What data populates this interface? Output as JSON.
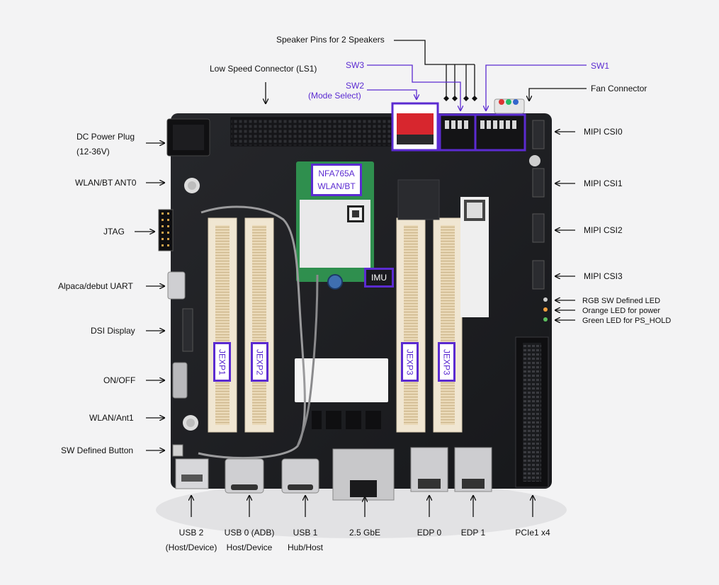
{
  "colors": {
    "board": "#1e1f22",
    "accent": "#5b2bd1",
    "slot": "#e9dcc0",
    "module": "#2f8f4e"
  },
  "labels": {
    "speaker_pins": "Speaker Pins for 2 Speakers",
    "low_speed": "Low Speed Connector (LS1)",
    "sw3": "SW3",
    "sw2": "SW2",
    "sw2_sub": "(Mode Select)",
    "sw1": "SW1",
    "fan": "Fan Connector",
    "dc_power": "DC Power Plug",
    "dc_power_sub": "(12-36V)",
    "wlan_ant0": "WLAN/BT ANT0",
    "jtag": "JTAG",
    "uart": "Alpaca/debut UART",
    "dsi": "DSI Display",
    "onoff": "ON/OFF",
    "wlan_ant1": "WLAN/Ant1",
    "sw_button": "SW Defined Button",
    "csi0": "MIPI CSI0",
    "csi1": "MIPI CSI1",
    "csi2": "MIPI CSI2",
    "csi3": "MIPI CSI3",
    "rgb_led": "RGB SW Defined LED",
    "orange_led": "Orange LED for power",
    "green_led": "Green LED for PS_HOLD",
    "usb2": "USB 2",
    "usb2_sub": "(Host/Device)",
    "usb0": "USB 0 (ADB)",
    "usb0_sub": "Host/Device",
    "usb1": "USB 1",
    "usb1_sub": "Hub/Host",
    "gbe": "2.5 GbE",
    "edp0": "EDP 0",
    "edp1": "EDP 1",
    "pcie": "PCIe1 x4"
  },
  "tags": {
    "wifi_module_line1": "NFA765A",
    "wifi_module_line2": "WLAN/BT",
    "imu": "IMU",
    "jexp1": "JEXP1",
    "jexp2": "JEXP2",
    "jexp3a": "JEXP3",
    "jexp3b": "JEXP3"
  }
}
